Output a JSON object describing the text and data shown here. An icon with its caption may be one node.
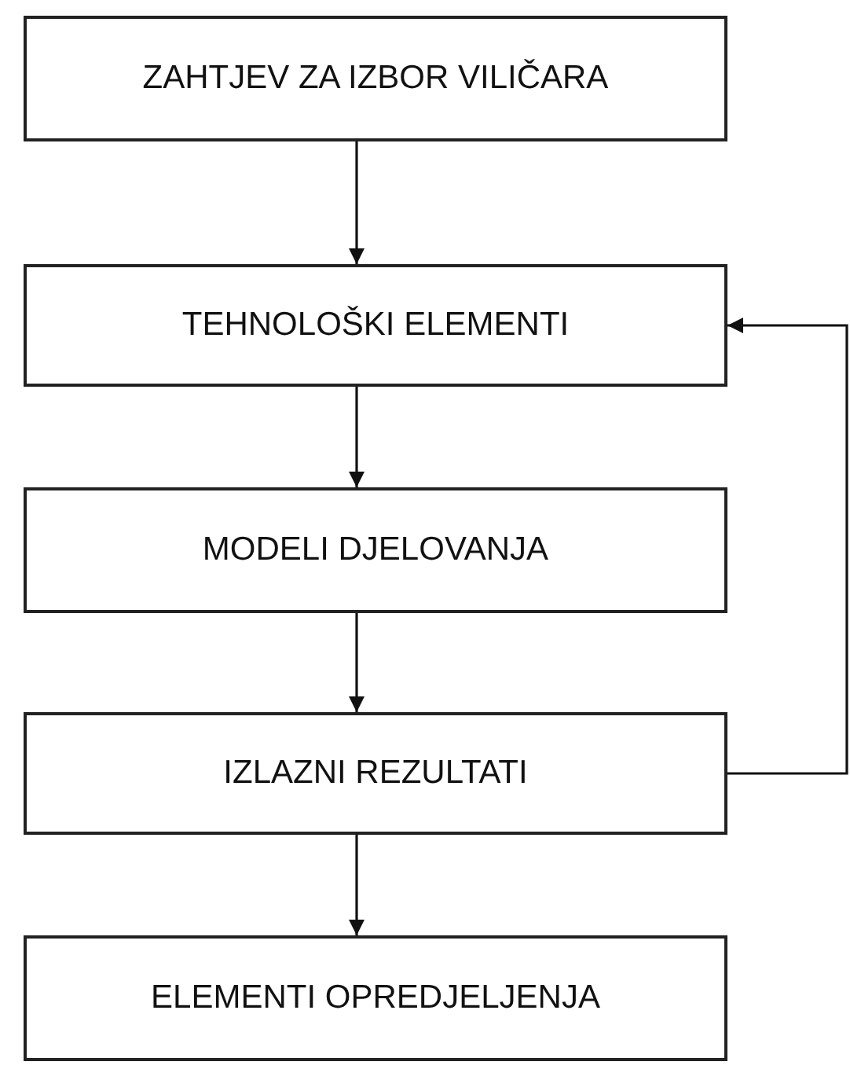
{
  "diagram": {
    "nodes": [
      {
        "text": [
          "ZAHTJEV ZA IZBOR VILIČARA"
        ]
      },
      {
        "text": [
          "TEHNOLOŠKI ELEMENTI"
        ]
      },
      {
        "text": [
          "MODELI DJELOVANJA"
        ]
      },
      {
        "text": [
          "IZLAZNI REZULTATI"
        ]
      },
      {
        "text": [
          "ELEMENTI OPREDJELJENJA"
        ]
      }
    ],
    "edges": [
      {
        "from": 0,
        "to": 1,
        "arrow": "to"
      },
      {
        "from": 1,
        "to": 2,
        "arrow": "to"
      },
      {
        "from": 2,
        "to": 3,
        "arrow": "to"
      },
      {
        "from": 3,
        "to": 4,
        "arrow": "to"
      },
      {
        "from": 3,
        "to": 1,
        "arrow": "to"
      }
    ]
  }
}
